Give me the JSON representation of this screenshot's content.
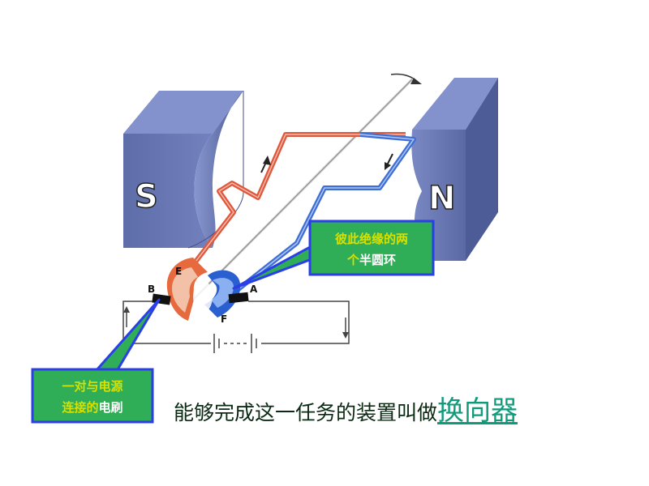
{
  "diagram": {
    "pole_left": "S",
    "pole_right": "N",
    "labels": {
      "b": "B",
      "e": "E",
      "a": "A",
      "f": "F"
    },
    "callout_commutator": {
      "line1": "彼此绝缘的两",
      "line2_prefix": "个",
      "line2_emphasis": "半圆环"
    },
    "callout_brush": {
      "line1": "一对与电源",
      "line2_prefix": "连接的",
      "line2_emphasis": "电刷"
    }
  },
  "caption": {
    "text": "能够完成这一任务的装置叫做",
    "link": "换向器"
  },
  "colors": {
    "magnet": "#6a7ab4",
    "callout_fill": "#2fae57",
    "callout_border": "#2a3fe6",
    "caption_text": "#0b2a14",
    "link": "#0f9a7a",
    "wire_red": "#e0583b",
    "wire_blue": "#3d6fd6"
  }
}
